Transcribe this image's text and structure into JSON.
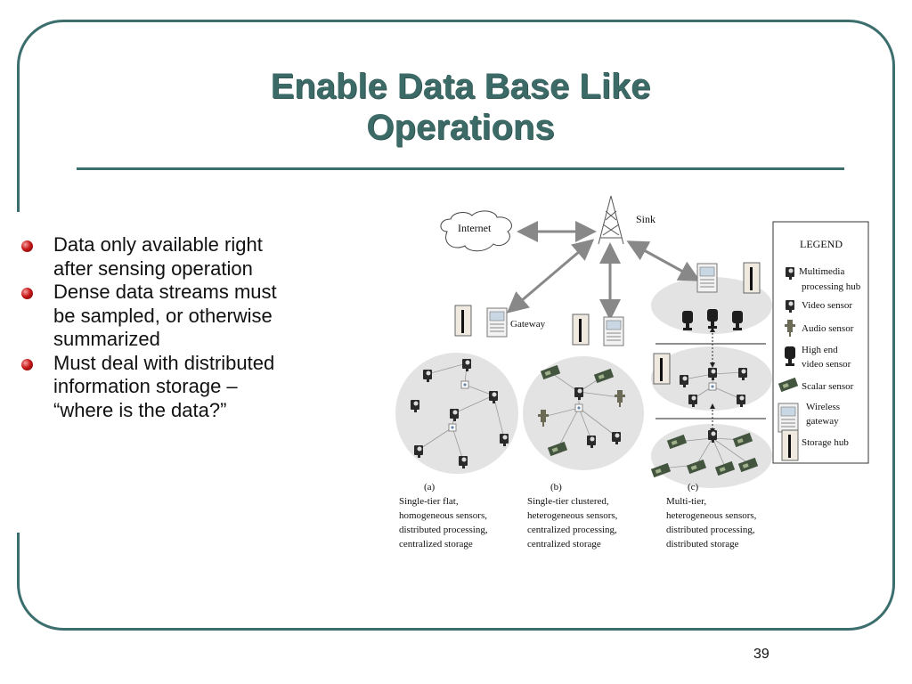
{
  "slide": {
    "title_line1": "Enable Data Base Like",
    "title_line2": "Operations",
    "page_number": "39"
  },
  "bullets": [
    {
      "line1": "Data only available right",
      "line2": "after sensing operation",
      "line3": ""
    },
    {
      "line1": "Dense data streams must",
      "line2": "be sampled, or otherwise",
      "line3": "summarized"
    },
    {
      "line1": "Must deal with distributed",
      "line2": "information storage –",
      "line3": "“where is the data?”"
    }
  ],
  "diagram": {
    "internet_label": "Internet",
    "sink_label": "Sink",
    "gateway_label": "Gateway",
    "legend": {
      "title": "LEGEND",
      "items": [
        {
          "line1": "Multimedia",
          "line2": "processing hub",
          "icon": "multimedia-hub-icon"
        },
        {
          "line1": "Video sensor",
          "line2": "",
          "icon": "video-sensor-icon"
        },
        {
          "line1": "Audio sensor",
          "line2": "",
          "icon": "audio-sensor-icon"
        },
        {
          "line1": "High end",
          "line2": "video sensor",
          "icon": "high-end-video-sensor-icon"
        },
        {
          "line1": "Scalar sensor",
          "line2": "",
          "icon": "scalar-sensor-icon"
        },
        {
          "line1": "Wireless",
          "line2": "gateway",
          "icon": "wireless-gateway-icon"
        },
        {
          "line1": "Storage hub",
          "line2": "",
          "icon": "storage-hub-icon"
        }
      ]
    },
    "captions": [
      {
        "tag": "(a)",
        "lines": [
          "Single-tier flat,",
          "homogeneous sensors,",
          "distributed processing,",
          "centralized storage"
        ]
      },
      {
        "tag": "(b)",
        "lines": [
          "Single-tier clustered,",
          "heterogeneous sensors,",
          "centralized processing,",
          "centralized storage"
        ]
      },
      {
        "tag": "(c)",
        "lines": [
          "Multi-tier,",
          "heterogeneous sensors,",
          "distributed processing,",
          "distributed storage"
        ]
      }
    ]
  },
  "colors": {
    "accent": "#3c6e6e",
    "title": "#3c6a66",
    "bullet": "#c81a1a",
    "cluster_fill": "#e3e3e3"
  }
}
